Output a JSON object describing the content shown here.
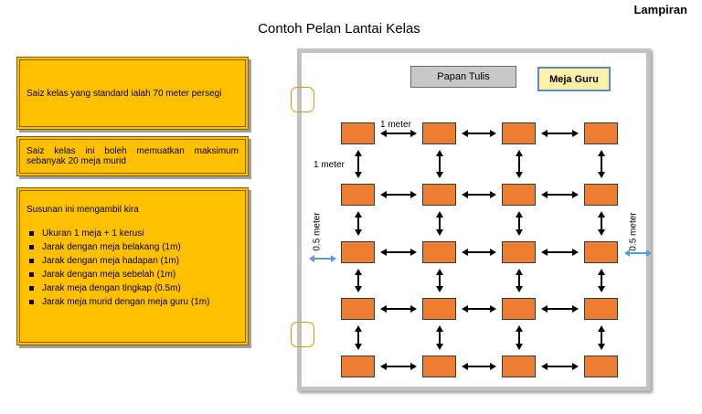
{
  "corner_label": "Lampiran",
  "title": "Contoh Pelan Lantai Kelas",
  "info": {
    "box1": "Saiz kelas yang standard ialah 70 meter persegi",
    "box2_line1_words": [
      "Saiz",
      "kelas",
      "ini",
      "boleh",
      "memuatkan",
      "maksimum"
    ],
    "box2_line2": "sebanyak 20 meja murid",
    "box3_heading": "Susunan ini mengambil kira",
    "box3_items": [
      "Ukuran 1 meja + 1 kerusi",
      "Jarak dengan meja belakang (1m)",
      "Jarak dengan meja hadapan (1m)",
      "Jarak dengan meja sebelah (1m)",
      "Jarak meja dengan tingkap (0.5m)",
      "Jarak meja murid dengan meja guru (1m)"
    ]
  },
  "plan": {
    "board_label": "Papan Tulis",
    "teacher_desk_label": "Meja Guru",
    "spacing_label_h": "1 meter",
    "spacing_label_v": "1 meter",
    "window_label_left": "0.5 meter",
    "window_label_right": "0.5 meter",
    "desk_rows": 5,
    "desk_cols": 4,
    "colors": {
      "desk": "#ed7d31",
      "info_box": "#ffc000",
      "teacher_desk": "#fff2a8",
      "edge_arrow": "#5b9bd5"
    }
  }
}
